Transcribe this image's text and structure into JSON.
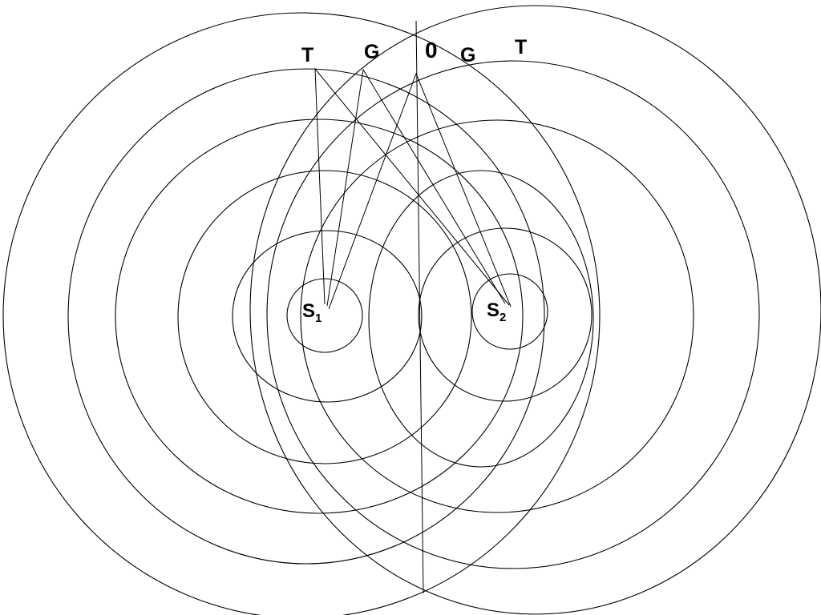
{
  "diagram": {
    "stroke_color": "#000000",
    "background": "#ffffff",
    "labels": {
      "left_T": "T",
      "left_G": "G",
      "center_0": "0",
      "right_G": "G",
      "right_T": "T"
    },
    "sources": [
      {
        "letter": "S",
        "subscript": "1"
      },
      {
        "letter": "S",
        "subscript": "2"
      }
    ]
  }
}
